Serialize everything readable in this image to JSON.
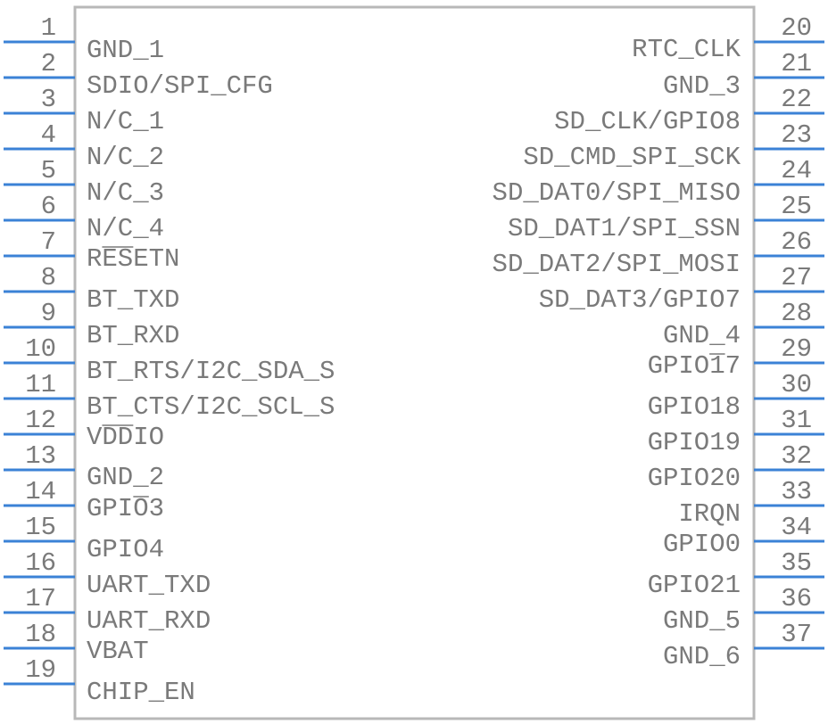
{
  "component": {
    "left_pins": [
      {
        "num": "1",
        "name": "GND_1"
      },
      {
        "num": "2",
        "name": "SDIO/SPI_CFG"
      },
      {
        "num": "3",
        "name": "N/C_1"
      },
      {
        "num": "4",
        "name": "N/C_2"
      },
      {
        "num": "5",
        "name": "N/C_3"
      },
      {
        "num": "6",
        "name": "N/C_4"
      },
      {
        "num": "7",
        "name": "RESETN",
        "overbar": [
          1,
          3
        ]
      },
      {
        "num": "8",
        "name": "BT_TXD"
      },
      {
        "num": "9",
        "name": "BT_RXD"
      },
      {
        "num": "10",
        "name": "BT_RTS/I2C_SDA_S"
      },
      {
        "num": "11",
        "name": "BT_CTS/I2C_SCL_S"
      },
      {
        "num": "12",
        "name": "VDDIO",
        "overbar": [
          1,
          3
        ]
      },
      {
        "num": "13",
        "name": "GND_2"
      },
      {
        "num": "14",
        "name": "GPIO3",
        "overbar": [
          3,
          4
        ]
      },
      {
        "num": "15",
        "name": "GPIO4"
      },
      {
        "num": "16",
        "name": "UART_TXD"
      },
      {
        "num": "17",
        "name": "UART_RXD"
      },
      {
        "num": "18",
        "name": "VBAT"
      },
      {
        "num": "19",
        "name": "CHIP_EN"
      }
    ],
    "right_pins": [
      {
        "num": "20",
        "name": "RTC_CLK"
      },
      {
        "num": "21",
        "name": "GND_3"
      },
      {
        "num": "22",
        "name": "SD_CLK/GPIO8"
      },
      {
        "num": "23",
        "name": "SD_CMD_SPI_SCK"
      },
      {
        "num": "24",
        "name": "SD_DAT0/SPI_MISO"
      },
      {
        "num": "25",
        "name": "SD_DAT1/SPI_SSN"
      },
      {
        "num": "26",
        "name": "SD_DAT2/SPI_MOSI"
      },
      {
        "num": "27",
        "name": "SD_DAT3/GPIO7"
      },
      {
        "num": "28",
        "name": "GND_4"
      },
      {
        "num": "29",
        "name": "GPIO17",
        "overbar": [
          4,
          5
        ]
      },
      {
        "num": "30",
        "name": "GPIO18"
      },
      {
        "num": "31",
        "name": "GPIO19"
      },
      {
        "num": "32",
        "name": "GPIO20"
      },
      {
        "num": "33",
        "name": "IRQN"
      },
      {
        "num": "34",
        "name": "GPIO0"
      },
      {
        "num": "35",
        "name": "GPIO21"
      },
      {
        "num": "36",
        "name": "GND_5"
      },
      {
        "num": "37",
        "name": "GND_6"
      }
    ],
    "colors": {
      "pin": "#3b82d6",
      "body_outline": "#b8b8b8",
      "text": "#7a7a7a"
    }
  }
}
